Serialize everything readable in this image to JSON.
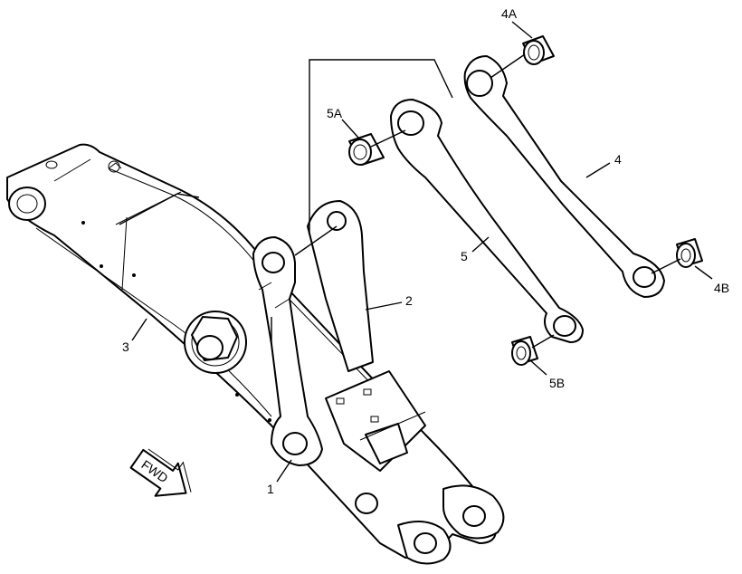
{
  "labels": {
    "p1": "1",
    "p2": "2",
    "p3": "3",
    "p4": "4",
    "p4A": "4A",
    "p4B": "4B",
    "p5": "5",
    "p5A": "5A",
    "p5B": "5B"
  },
  "fwd_arrow": {
    "text": "FWD"
  },
  "colors": {
    "line": "#000000",
    "background": "#ffffff"
  }
}
